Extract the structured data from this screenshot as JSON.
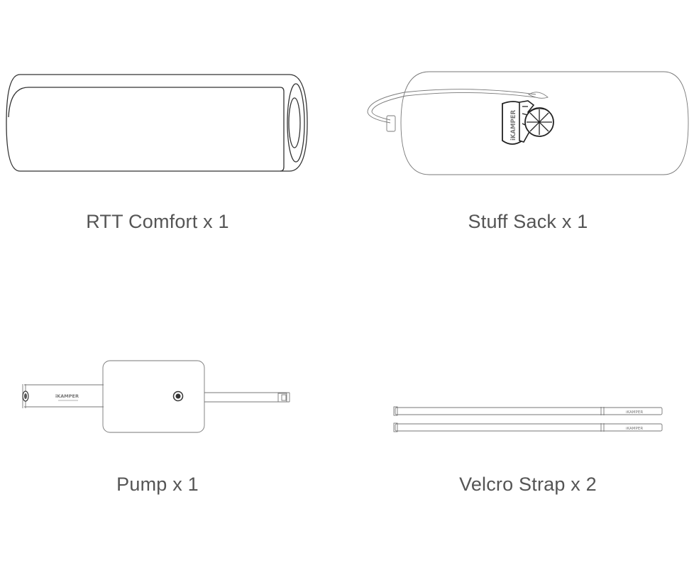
{
  "items": [
    {
      "label": "RTT Comfort x 1"
    },
    {
      "label": "Stuff Sack x 1"
    },
    {
      "label": "Pump x 1"
    },
    {
      "label": "Velcro Strap x 2"
    }
  ],
  "brand": {
    "logo_text": "iKAMPER"
  },
  "colors": {
    "line": "#333333",
    "label": "#555555",
    "background": "#ffffff"
  }
}
